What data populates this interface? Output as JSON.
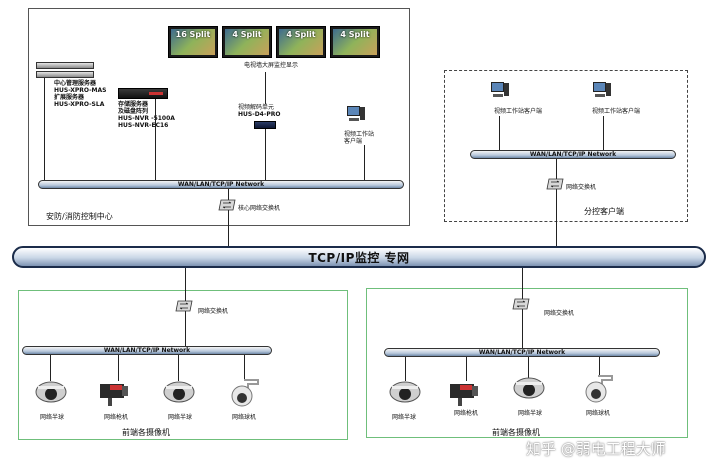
{
  "center": {
    "title": "安防/消防控制中心",
    "wall_label": "电视墙大屏监控显示",
    "monitors": [
      "16 Split",
      "4 Split",
      "4 Split",
      "4 Split"
    ],
    "server1": [
      "中心管理服务器",
      "HUS-XPRO-MAS",
      "扩展服务器",
      "HUS-XPRO-SLA"
    ],
    "server2": [
      "存储服务器",
      "及磁盘阵列",
      "HUS-NVR -5100A",
      "HUS-NVR-EC16"
    ],
    "decoder": [
      "视频解码单元",
      "HUS-D4-PRO"
    ],
    "workstation": [
      "视频工作站",
      "客户端"
    ],
    "bus_label": "WAN/LAN/TCP/IP Network",
    "switch_label": "核心网络交换机"
  },
  "branch": {
    "title": "分控客户端",
    "clients": [
      "视频工作站客户端",
      "视频工作站客户端"
    ],
    "bus_label": "WAN/LAN/TCP/IP Network",
    "switch_label": "网络交换机"
  },
  "backbone": {
    "label": "TCP/IP监控 专网"
  },
  "front_left": {
    "title": "前端各摄像机",
    "switch_label": "网络交换机",
    "bus_label": "WAN/LAN/TCP/IP Network",
    "cameras": [
      "网络半球",
      "网络枪机",
      "网络半球",
      "网络球机"
    ]
  },
  "front_right": {
    "title": "前端各摄像机",
    "switch_label": "网络交换机",
    "bus_label": "WAN/LAN/TCP/IP Network",
    "cameras": [
      "网络半球",
      "网络枪机",
      "网络半球",
      "网络球机"
    ]
  },
  "watermark": "知乎 @弱电工程大师"
}
